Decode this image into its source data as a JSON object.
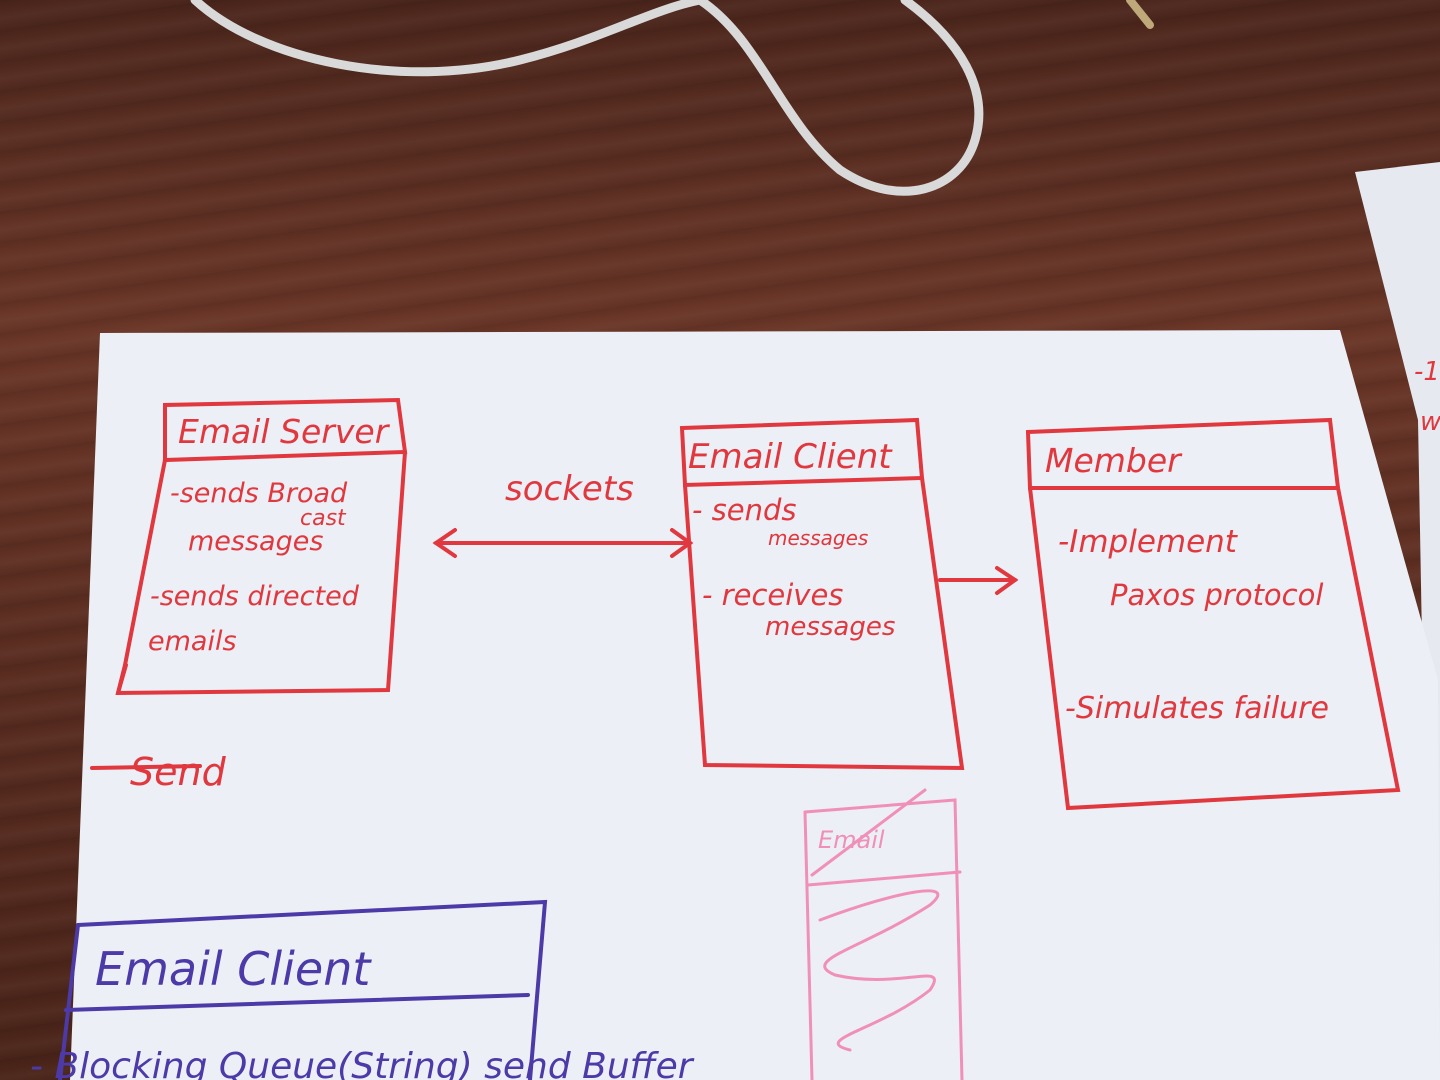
{
  "colors": {
    "red_ink": "#e0383e",
    "purple_ink": "#4b3aa8",
    "pink_ink": "#f090b8",
    "paper": "#eceff5"
  },
  "diagram": {
    "email_server": {
      "title": "Email Server",
      "items": [
        {
          "lines": [
            "-sends Broad",
            "cast",
            "messages"
          ]
        },
        {
          "lines": [
            "-sends directed",
            "emails"
          ]
        }
      ]
    },
    "connector": {
      "label": "sockets"
    },
    "email_client": {
      "title": "Email Client",
      "items": [
        {
          "lines": [
            "- sends",
            "messages"
          ]
        },
        {
          "lines": [
            "- receives",
            "messages"
          ]
        }
      ]
    },
    "member": {
      "title": "Member",
      "items": [
        {
          "lines": [
            "-Implement",
            "Paxos protocol"
          ]
        },
        {
          "lines": [
            "-Simulates failure"
          ]
        }
      ]
    },
    "struck_note": "Send",
    "pink_sketch": {
      "title": "Email"
    },
    "client_class": {
      "title": "Email Client",
      "field": "- Blocking Queue(String) send Buffer"
    }
  }
}
